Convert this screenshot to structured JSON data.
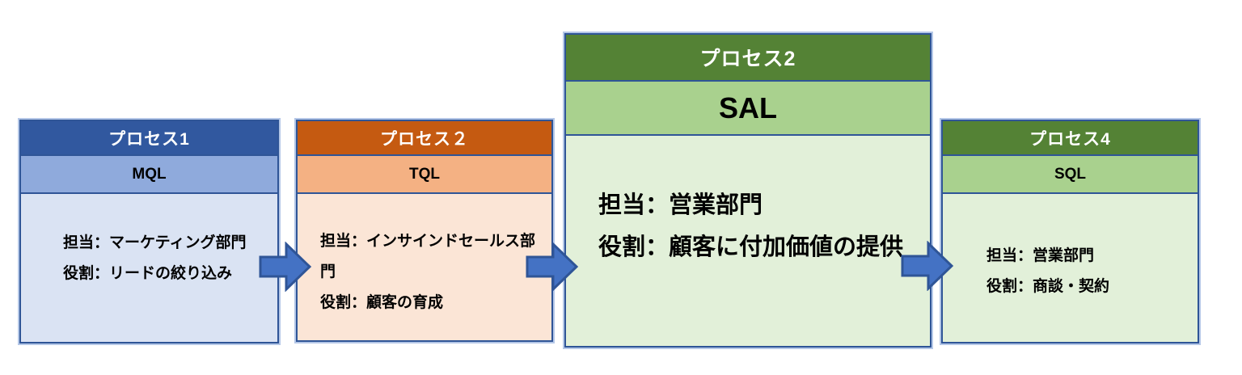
{
  "diagram": {
    "type": "process-flow",
    "palette": {
      "border": "#2F5597",
      "border_halo": "#B4C7E7",
      "arrow_fill": "#4472C4",
      "arrow_stroke": "#2F5597",
      "blue_header": "#31589F",
      "blue_stage": "#8FAADC",
      "blue_body": "#DAE3F3",
      "orange_header": "#C55A11",
      "orange_stage": "#F4B183",
      "orange_body": "#FBE5D6",
      "green_header": "#548235",
      "green_stage": "#A9D18E",
      "green_body": "#E2F0D9"
    },
    "boxes": [
      {
        "name": "process-1",
        "header": "プロセス1",
        "stage": "MQL",
        "lines": [
          "担当：マーケティング部門",
          "役割：リードの絞り込み"
        ]
      },
      {
        "name": "process-2",
        "header": "プロセス２",
        "stage": "TQL",
        "lines": [
          "担当：インサインドセールス部門",
          "役割：顧客の育成"
        ]
      },
      {
        "name": "process-3",
        "header": "プロセス2",
        "stage": "SAL",
        "lines": [
          "担当：営業部門",
          "役割：顧客に付加価値の提供"
        ]
      },
      {
        "name": "process-4",
        "header": "プロセス4",
        "stage": "SQL",
        "lines": [
          "担当：営業部門",
          "役割：商談・契約"
        ]
      }
    ]
  }
}
